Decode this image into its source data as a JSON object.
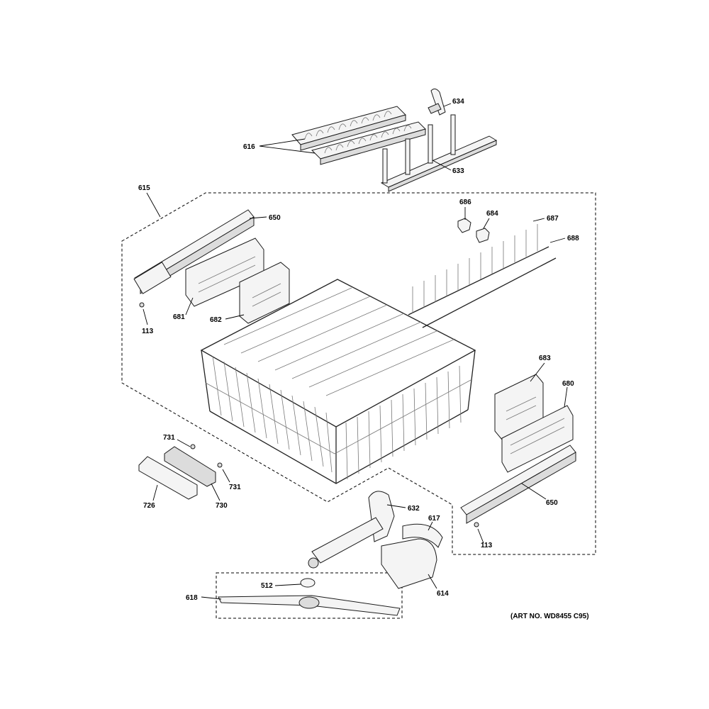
{
  "art_number": "(ART NO. WD8455 C95)",
  "labels": {
    "l616": "616",
    "l634": "634",
    "l633": "633",
    "l615": "615",
    "l650a": "650",
    "l686": "686",
    "l684": "684",
    "l687": "687",
    "l688": "688",
    "l113a": "113",
    "l681": "681",
    "l682": "682",
    "l683": "683",
    "l680": "680",
    "l731a": "731",
    "l731b": "731",
    "l726": "726",
    "l730": "730",
    "l650b": "650",
    "l632": "632",
    "l617": "617",
    "l113b": "113",
    "l614": "614",
    "l512": "512",
    "l618": "618"
  }
}
